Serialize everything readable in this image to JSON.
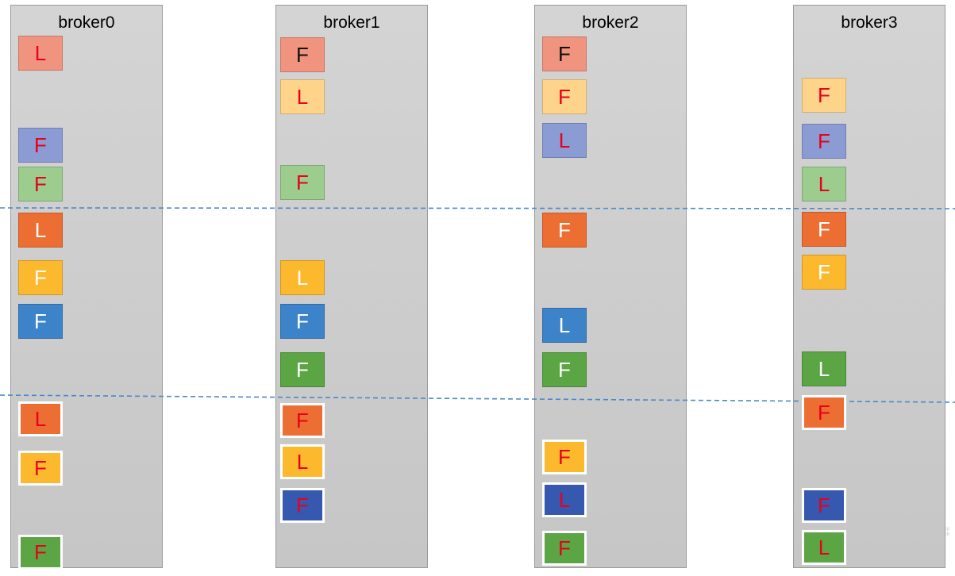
{
  "colors": {
    "salmon": "#f0937f",
    "peach": "#fdd48a",
    "lavender": "#8b9bd3",
    "lightgreen": "#9ccc8e",
    "orange": "#ec6e33",
    "yellow": "#fdb92d",
    "blue": "#3d83c9",
    "green": "#5ba545",
    "navy": "#3658ae",
    "text_red": "#e8001c",
    "text_black": "#111111",
    "text_white": "#ffffff",
    "divider": "#4a88cc"
  },
  "brokers": [
    {
      "name": "broker0",
      "partitions": [
        {
          "role": "L",
          "fill": "salmon",
          "text": "text_red"
        },
        {
          "role": "F",
          "fill": "lavender",
          "text": "text_red"
        },
        {
          "role": "F",
          "fill": "lightgreen",
          "text": "text_red"
        },
        {
          "role": "L",
          "fill": "orange",
          "text": "text_white"
        },
        {
          "role": "F",
          "fill": "yellow",
          "text": "text_white"
        },
        {
          "role": "F",
          "fill": "blue",
          "text": "text_white"
        },
        {
          "role": "L",
          "fill": "orange",
          "text": "text_red"
        },
        {
          "role": "F",
          "fill": "yellow",
          "text": "text_red"
        },
        {
          "role": "F",
          "fill": "green",
          "text": "text_red"
        }
      ]
    },
    {
      "name": "broker1",
      "partitions": [
        {
          "role": "F",
          "fill": "salmon",
          "text": "text_black"
        },
        {
          "role": "L",
          "fill": "peach",
          "text": "text_red"
        },
        {
          "role": "F",
          "fill": "lightgreen",
          "text": "text_red"
        },
        {
          "role": "L",
          "fill": "yellow",
          "text": "text_white"
        },
        {
          "role": "F",
          "fill": "blue",
          "text": "text_white"
        },
        {
          "role": "F",
          "fill": "green",
          "text": "text_white"
        },
        {
          "role": "F",
          "fill": "orange",
          "text": "text_red"
        },
        {
          "role": "L",
          "fill": "yellow",
          "text": "text_red"
        },
        {
          "role": "F",
          "fill": "navy",
          "text": "text_red"
        }
      ]
    },
    {
      "name": "broker2",
      "partitions": [
        {
          "role": "F",
          "fill": "salmon",
          "text": "text_black"
        },
        {
          "role": "F",
          "fill": "peach",
          "text": "text_red"
        },
        {
          "role": "L",
          "fill": "lavender",
          "text": "text_red"
        },
        {
          "role": "F",
          "fill": "orange",
          "text": "text_white"
        },
        {
          "role": "L",
          "fill": "blue",
          "text": "text_white"
        },
        {
          "role": "F",
          "fill": "green",
          "text": "text_white"
        },
        {
          "role": "F",
          "fill": "yellow",
          "text": "text_red"
        },
        {
          "role": "L",
          "fill": "navy",
          "text": "text_red"
        },
        {
          "role": "F",
          "fill": "green",
          "text": "text_red"
        }
      ]
    },
    {
      "name": "broker3",
      "partitions": [
        {
          "role": "F",
          "fill": "peach",
          "text": "text_red"
        },
        {
          "role": "F",
          "fill": "lavender",
          "text": "text_red"
        },
        {
          "role": "L",
          "fill": "lightgreen",
          "text": "text_red"
        },
        {
          "role": "F",
          "fill": "orange",
          "text": "text_white"
        },
        {
          "role": "F",
          "fill": "yellow",
          "text": "text_white"
        },
        {
          "role": "L",
          "fill": "green",
          "text": "text_white"
        },
        {
          "role": "F",
          "fill": "orange",
          "text": "text_red"
        },
        {
          "role": "F",
          "fill": "navy",
          "text": "text_red"
        },
        {
          "role": "L",
          "fill": "green",
          "text": "text_red"
        }
      ]
    }
  ]
}
